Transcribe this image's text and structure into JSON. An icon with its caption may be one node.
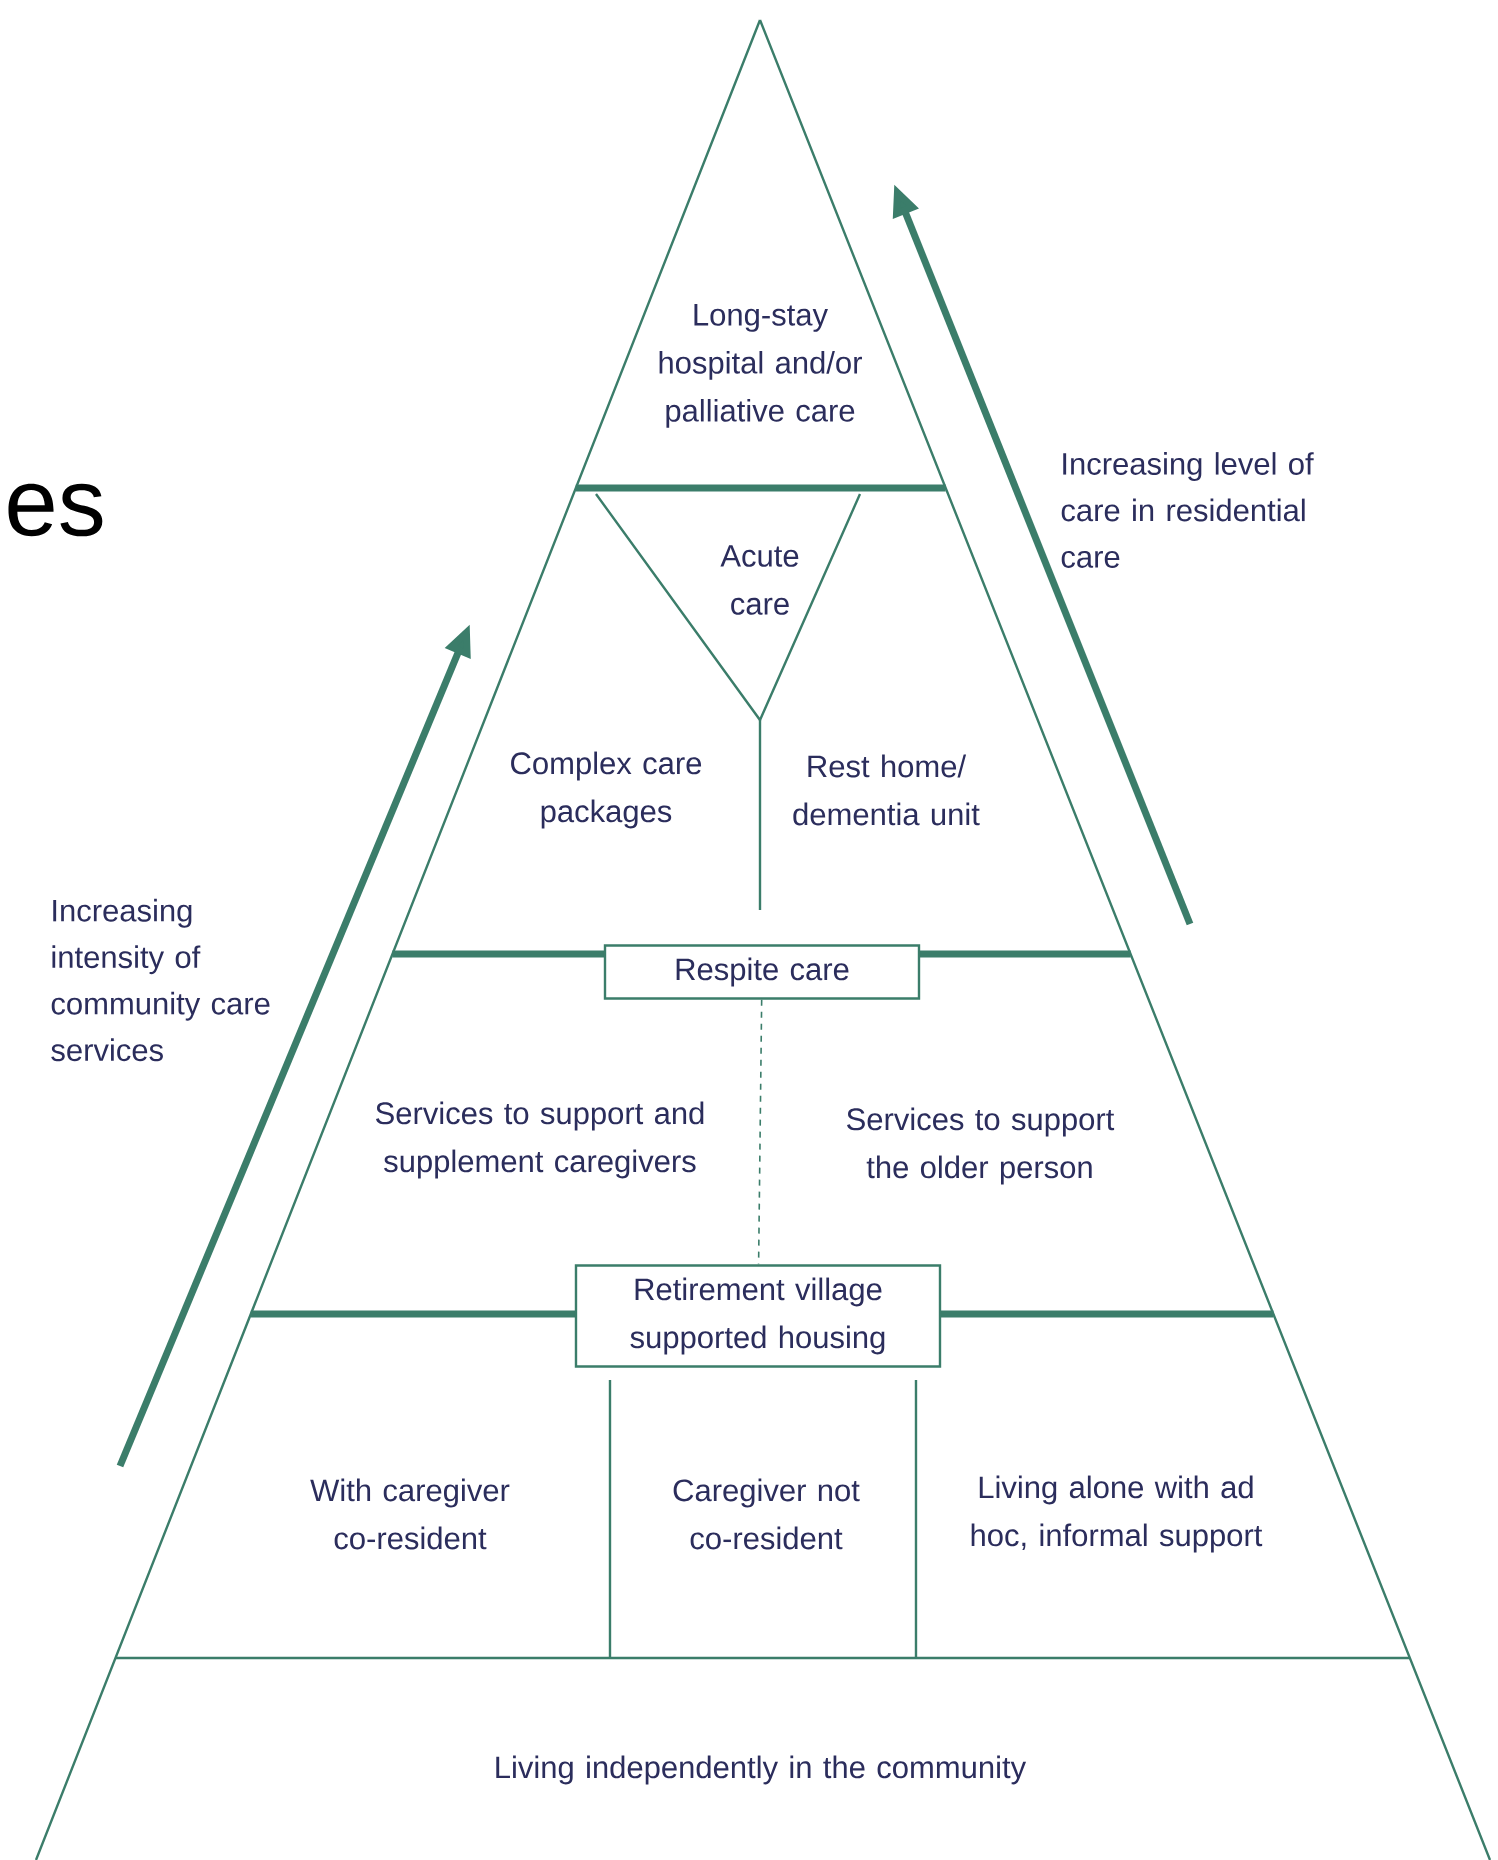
{
  "diagram": {
    "nodes": [
      {
        "text": [
          "Long-stay hospital and/or palliative care"
        ]
      },
      {
        "text": [
          "Acute care"
        ]
      },
      {
        "text": [
          "Complex care packages"
        ]
      },
      {
        "text": [
          "Rest home/ dementia unit"
        ]
      },
      {
        "text": [
          "Respite care"
        ]
      },
      {
        "text": [
          "Services to support and supplement caregivers"
        ]
      },
      {
        "text": [
          "Services to support the older person"
        ]
      },
      {
        "text": [
          "Retirement village supported housing"
        ]
      },
      {
        "text": [
          "With caregiver co-resident"
        ]
      },
      {
        "text": [
          "Caregiver not co-resident"
        ]
      },
      {
        "text": [
          "Living alone with ad hoc, informal support"
        ]
      },
      {
        "text": [
          "Living independently in the community"
        ]
      }
    ],
    "edges": [
      {
        "from": 4,
        "to": 7,
        "arrow": "none",
        "style": "dashed"
      }
    ],
    "labels": [
      "es",
      "Increasing intensity of community care services",
      "Increasing level of care in residential care"
    ]
  }
}
